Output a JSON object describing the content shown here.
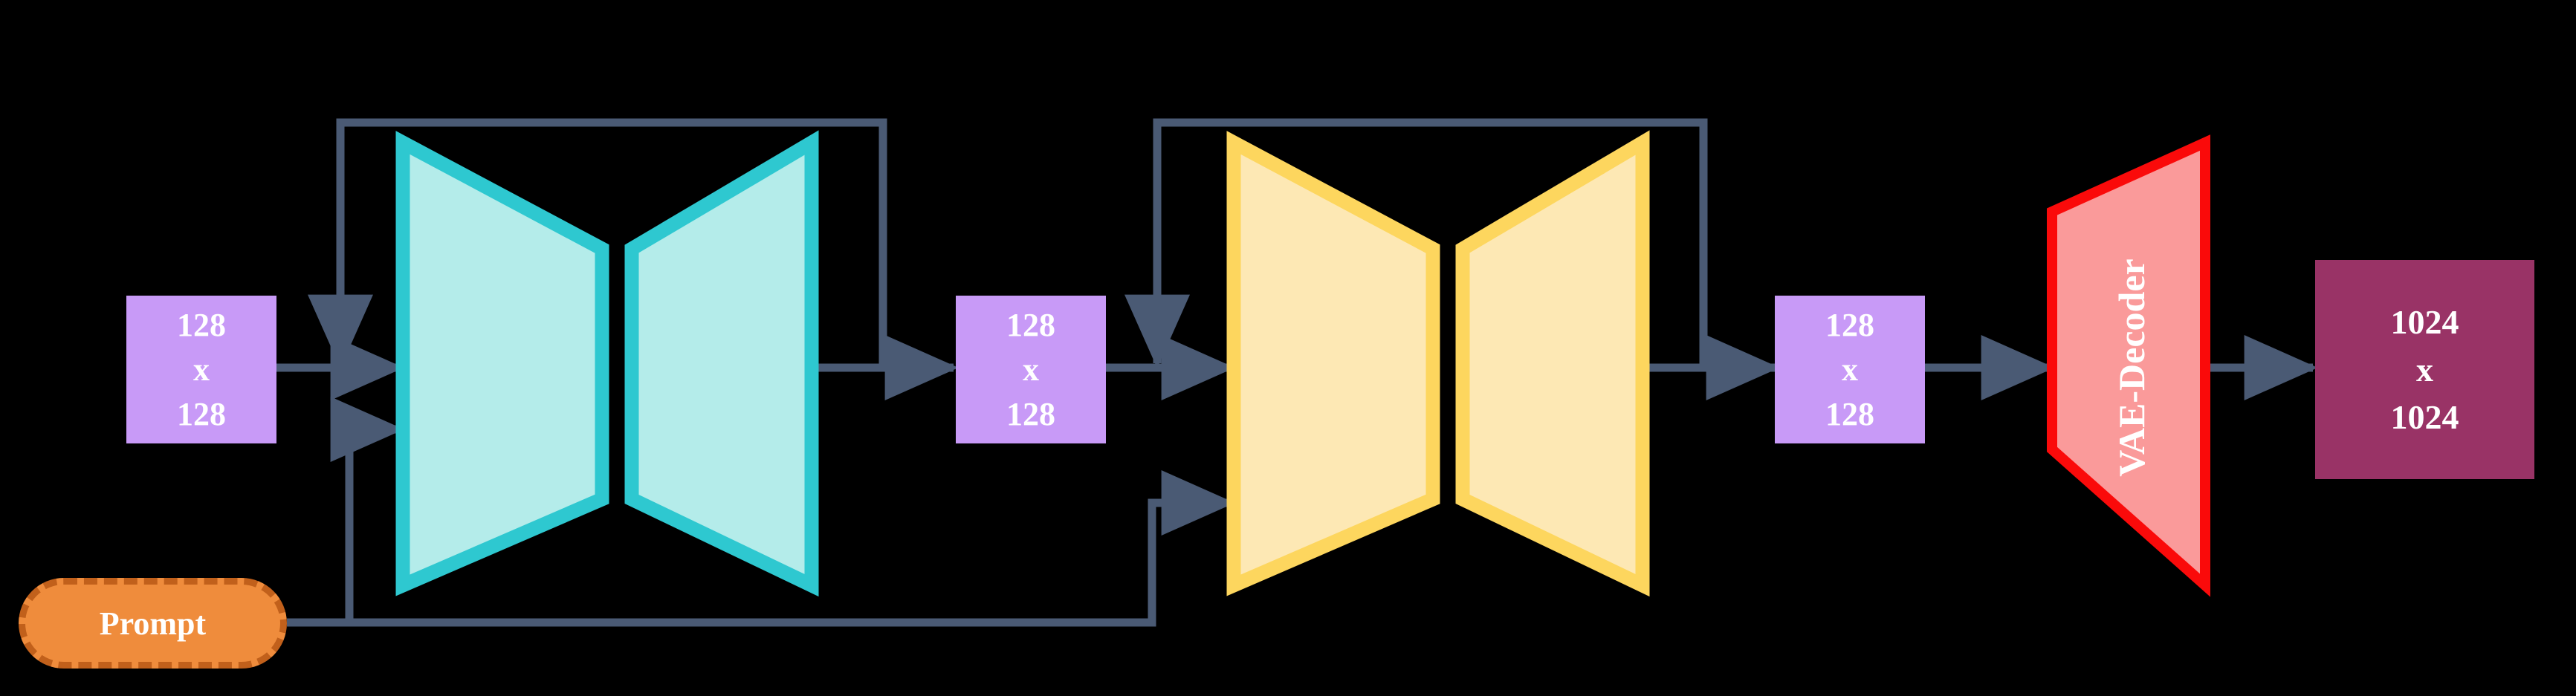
{
  "diagram": {
    "title": "Cascaded latent diffusion image generation pipeline",
    "background_color": "#000000",
    "wire_color": "#4a5a74",
    "nodes": [
      {
        "id": "latent_in",
        "name": "input-latent-box",
        "kind": "tensor",
        "lines": [
          "128",
          "x",
          "128"
        ],
        "fill": "#c89af7",
        "text_color": "#ffffff"
      },
      {
        "id": "prompt",
        "name": "prompt-node",
        "kind": "pill",
        "label": "Prompt",
        "fill": "#ef8c3c",
        "border": "#c1601b",
        "text_color": "#ffffff"
      },
      {
        "id": "unet1",
        "name": "first-stage-unet",
        "kind": "hourglass",
        "label": "",
        "fill": "#b4ecea",
        "border": "#2ec8d0"
      },
      {
        "id": "latent_mid1",
        "name": "intermediate-latent-box-1",
        "kind": "tensor",
        "lines": [
          "128",
          "x",
          "128"
        ],
        "fill": "#c89af7",
        "text_color": "#ffffff"
      },
      {
        "id": "unet2",
        "name": "second-stage-unet",
        "kind": "hourglass",
        "label": "",
        "fill": "#fde8b4",
        "border": "#fdd65e"
      },
      {
        "id": "latent_mid2",
        "name": "intermediate-latent-box-2",
        "kind": "tensor",
        "lines": [
          "128",
          "x",
          "128"
        ],
        "fill": "#c89af7",
        "text_color": "#ffffff"
      },
      {
        "id": "vae_decoder",
        "name": "vae-decoder-node",
        "kind": "trapezoid",
        "label": "VAE-Decoder",
        "fill": "#fa9a9a",
        "border": "#fa0a0a",
        "text_color": "#ffffff"
      },
      {
        "id": "image_out",
        "name": "output-image-box",
        "kind": "tensor",
        "lines": [
          "1024",
          "x",
          "1024"
        ],
        "fill": "#993366",
        "text_color": "#ffffff"
      }
    ],
    "edges": [
      {
        "name": "edge-latent-to-unet1",
        "from": "latent_in",
        "to": "unet1",
        "style": "arrow"
      },
      {
        "name": "edge-unet1-skip",
        "from": "unet1",
        "to": "unet1",
        "style": "skip-loop-arrow"
      },
      {
        "name": "edge-prompt-to-unet1",
        "from": "prompt",
        "to": "unet1",
        "style": "arrow"
      },
      {
        "name": "edge-unet1-to-latent1",
        "from": "unet1",
        "to": "latent_mid1",
        "style": "arrow"
      },
      {
        "name": "edge-latent1-to-unet2",
        "from": "latent_mid1",
        "to": "unet2",
        "style": "arrow"
      },
      {
        "name": "edge-unet2-skip",
        "from": "unet2",
        "to": "unet2",
        "style": "skip-loop-arrow"
      },
      {
        "name": "edge-prompt-to-unet2",
        "from": "prompt",
        "to": "unet2",
        "style": "arrow"
      },
      {
        "name": "edge-unet2-to-latent2",
        "from": "unet2",
        "to": "latent_mid2",
        "style": "arrow"
      },
      {
        "name": "edge-latent2-to-vae",
        "from": "latent_mid2",
        "to": "vae_decoder",
        "style": "arrow"
      },
      {
        "name": "edge-vae-to-image",
        "from": "vae_decoder",
        "to": "image_out",
        "style": "arrow"
      }
    ]
  },
  "labels": {
    "latent_in_l1": "128",
    "latent_in_l2": "x",
    "latent_in_l3": "128",
    "prompt": "Prompt",
    "latent_mid1_l1": "128",
    "latent_mid1_l2": "x",
    "latent_mid1_l3": "128",
    "latent_mid2_l1": "128",
    "latent_mid2_l2": "x",
    "latent_mid2_l3": "128",
    "vae_decoder": "VAE-Decoder",
    "image_out_l1": "1024",
    "image_out_l2": "x",
    "image_out_l3": "1024"
  },
  "colors": {
    "background": "#000000",
    "wire": "#4a5a74",
    "latent_fill": "#c89af7",
    "prompt_fill": "#ef8c3c",
    "prompt_border": "#c1601b",
    "unet1_fill": "#b4ecea",
    "unet1_border": "#2ec8d0",
    "unet2_fill": "#fde8b4",
    "unet2_border": "#fdd65e",
    "vae_fill": "#fa9a9a",
    "vae_border": "#fa0a0a",
    "output_fill": "#993366",
    "text": "#ffffff"
  }
}
